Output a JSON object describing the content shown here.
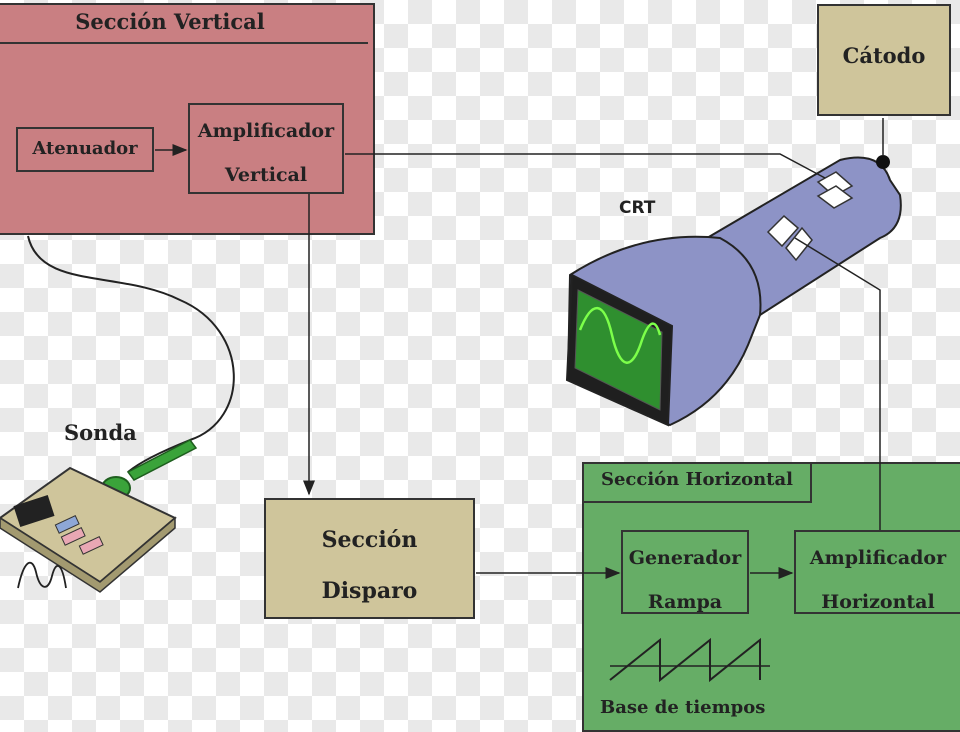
{
  "sections": {
    "vertical": "Sección Vertical",
    "horizontal": "Sección Horizontal"
  },
  "blocks": {
    "atenuador": [
      "Atenuador"
    ],
    "amplificador_vertical": [
      "Amplificador",
      "Vertical"
    ],
    "catodo": [
      "Cátodo"
    ],
    "seccion_disparo": [
      "Sección",
      "Disparo"
    ],
    "generador_rampa": [
      "Generador",
      "Rampa"
    ],
    "amplificador_horizontal": [
      "Amplificador",
      "Horizontal"
    ]
  },
  "labels": {
    "crt": "CRT",
    "sonda": "Sonda",
    "base_de_tiempos": "Base de tiempos"
  },
  "colors": {
    "vertical_section": "#c97f82",
    "horizontal_section": "#66ad66",
    "tan_blocks": "#cfc59b",
    "crt_body": "#8d93c6",
    "crt_screen": "#2f8f2f",
    "probe": "#3aa33a"
  }
}
